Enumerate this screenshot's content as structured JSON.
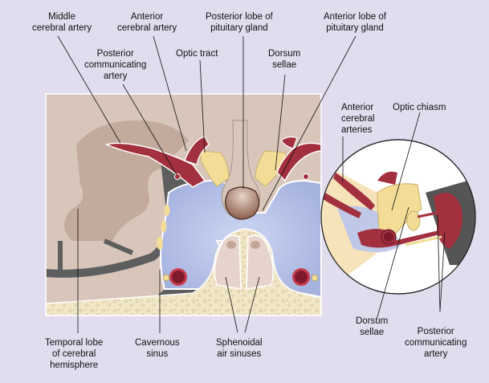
{
  "diagram": {
    "main_view": "coronal section through cavernous sinus and pituitary fossa",
    "inset_view": "magnified view of optic chiasm region",
    "colors": {
      "background": "#e1dcee",
      "brain": "#d9c6bb",
      "brain_dark": "#c2aa9d",
      "artery": "#a3303f",
      "artery_dark": "#7e1a2a",
      "venous_sinus": "#b5c1e6",
      "bone": "#f1e7c6",
      "nerve": "#f3dc96",
      "dura": "#5a5a5a",
      "pituitary": "#a37c6a",
      "air_sinus": "#e6d3cc"
    }
  },
  "labels": {
    "middle_cerebral_artery": [
      "Middle",
      "cerebral artery"
    ],
    "anterior_cerebral_artery": [
      "Anterior",
      "cerebral artery"
    ],
    "posterior_lobe": [
      "Posterior lobe of",
      "pituitary gland"
    ],
    "anterior_lobe": [
      "Anterior lobe of",
      "pituitary gland"
    ],
    "posterior_communicating_artery": [
      "Posterior",
      "communicating",
      "artery"
    ],
    "optic_tract": [
      "Optic tract"
    ],
    "dorsum_sellae_top": [
      "Dorsum",
      "sellae"
    ],
    "anterior_cerebral_arteries": [
      "Anterior",
      "cerebral",
      "arteries"
    ],
    "optic_chiasm": [
      "Optic chiasm"
    ],
    "temporal_lobe": [
      "Temporal lobe",
      "of cerebral",
      "hemisphere"
    ],
    "cavernous_sinus": [
      "Cavernous",
      "sinus"
    ],
    "sphenoidal_air_sinuses": [
      "Sphenoidal",
      "air sinuses"
    ],
    "dorsum_sellae_inset": [
      "Dorsum",
      "sellae"
    ],
    "posterior_communicating_artery_inset": [
      "Posterior",
      "communicating",
      "artery"
    ]
  }
}
